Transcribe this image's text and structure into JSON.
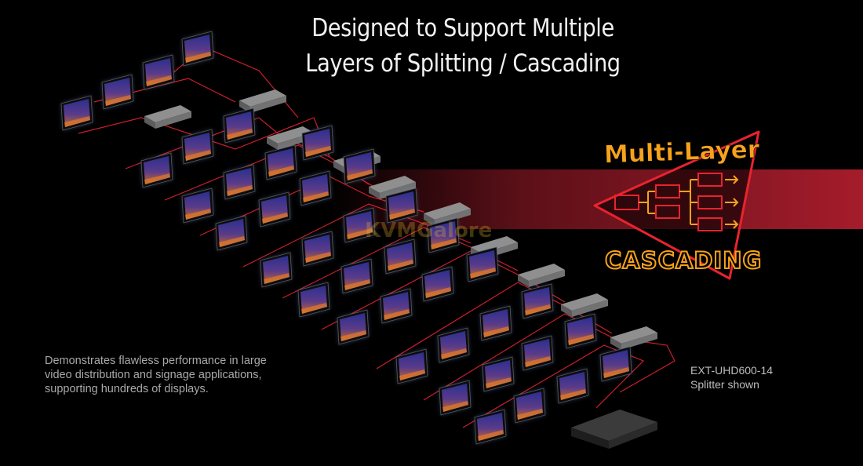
{
  "headline": {
    "line1": "Designed to Support Multiple",
    "line2": "Layers of Splitting / Cascading"
  },
  "badge": {
    "top_text": "Multi-Layer",
    "bottom_text": "CASCADING",
    "text_color": "#f7a21b",
    "outline_color": "#e8232f"
  },
  "watermark": {
    "text": "KVMGalore"
  },
  "description": {
    "line1": "Demonstrates flawless performance in large",
    "line2": "video distribution and signage applications,",
    "line3": "supporting hundreds of displays."
  },
  "caption": {
    "model": "EXT-UHD600-14",
    "note": "Splitter shown"
  },
  "colors": {
    "background": "#000000",
    "cable": "#e32232",
    "band": "#a51c2b",
    "screen": "#3a2f8a"
  }
}
